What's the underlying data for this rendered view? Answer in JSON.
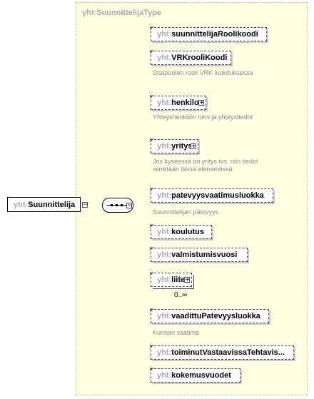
{
  "type_name": "yht:SuunnittelijaType",
  "root": {
    "prefix": "yht:",
    "name": "Suunnittelija"
  },
  "elements": [
    {
      "prefix": "yht:",
      "name": "suunnittelijaRoolikoodi",
      "annotation": ""
    },
    {
      "prefix": "yht:",
      "name": "VRKrooliKoodi",
      "annotation": "Osapuolen rooli VRK luokituksessa"
    },
    {
      "prefix": "yht:",
      "name": "henkilo",
      "annotation": "Yhteyshenkilön nimi ja yhteystiedot",
      "expandable": true
    },
    {
      "prefix": "yht:",
      "name": "yritys",
      "annotation": "Jos kyseessä on yritys tvs. niin tiedot siirretään tässä elementissä",
      "expandable": true
    },
    {
      "prefix": "yht:",
      "name": "patevyysvaatimusluokka",
      "annotation": "Suunnittelijan pätevyys"
    },
    {
      "prefix": "yht:",
      "name": "koulutus",
      "annotation": ""
    },
    {
      "prefix": "yht:",
      "name": "valmistumisvuosi",
      "annotation": ""
    },
    {
      "prefix": "yht:",
      "name": "liite",
      "annotation": "",
      "expandable": true,
      "occurrence": "0..∞"
    },
    {
      "prefix": "yht:",
      "name": "vaadittuPatevyysluokka",
      "annotation": "Kunnan vaatima"
    },
    {
      "prefix": "yht:",
      "name": "toiminutVastaavissaTehtavis...",
      "annotation": ""
    },
    {
      "prefix": "yht:",
      "name": "kokemusvuodet",
      "annotation": ""
    }
  ]
}
